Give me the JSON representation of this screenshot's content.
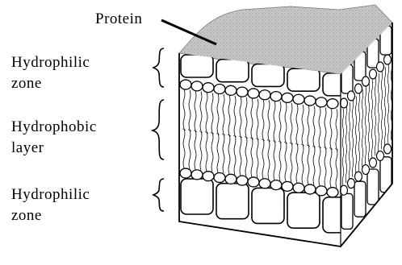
{
  "labels": {
    "protein": "Protein",
    "top_zone": [
      "Hydrophilic",
      "zone"
    ],
    "middle_layer": [
      "Hydrophobic",
      "layer"
    ],
    "bottom_zone": [
      "Hydrophilic",
      "zone"
    ]
  },
  "colors": {
    "ink": "#000000",
    "protein_fill": "#bdbdbd",
    "background": "#ffffff"
  }
}
